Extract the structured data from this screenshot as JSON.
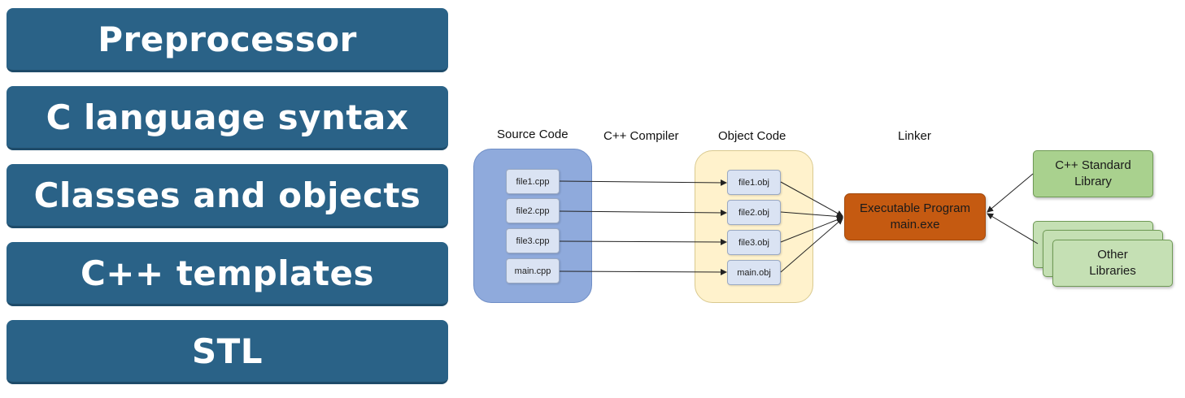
{
  "feature_list": [
    "Preprocessor",
    "C language syntax",
    "Classes and objects",
    "C++ templates",
    "STL"
  ],
  "diagram": {
    "stage_labels": {
      "source": "Source Code",
      "compiler": "C++ Compiler",
      "object": "Object Code",
      "linker": "Linker"
    },
    "source_files": [
      "file1.cpp",
      "file2.cpp",
      "file3.cpp",
      "main.cpp"
    ],
    "object_files": [
      "file1.obj",
      "file2.obj",
      "file3.obj",
      "main.obj"
    ],
    "executable": {
      "line1": "Executable Program",
      "line2": "main.exe"
    },
    "std_library": {
      "line1": "C++ Standard",
      "line2": "Library"
    },
    "other_libraries": {
      "line1": "Other",
      "line2": "Libraries"
    }
  },
  "colors": {
    "feature_bar": "#2a6287",
    "source_panel": "#8faadc",
    "object_panel": "#fff2cc",
    "file_box": "#dae3f3",
    "executable": "#c55a11",
    "library": "#a9d18e"
  }
}
